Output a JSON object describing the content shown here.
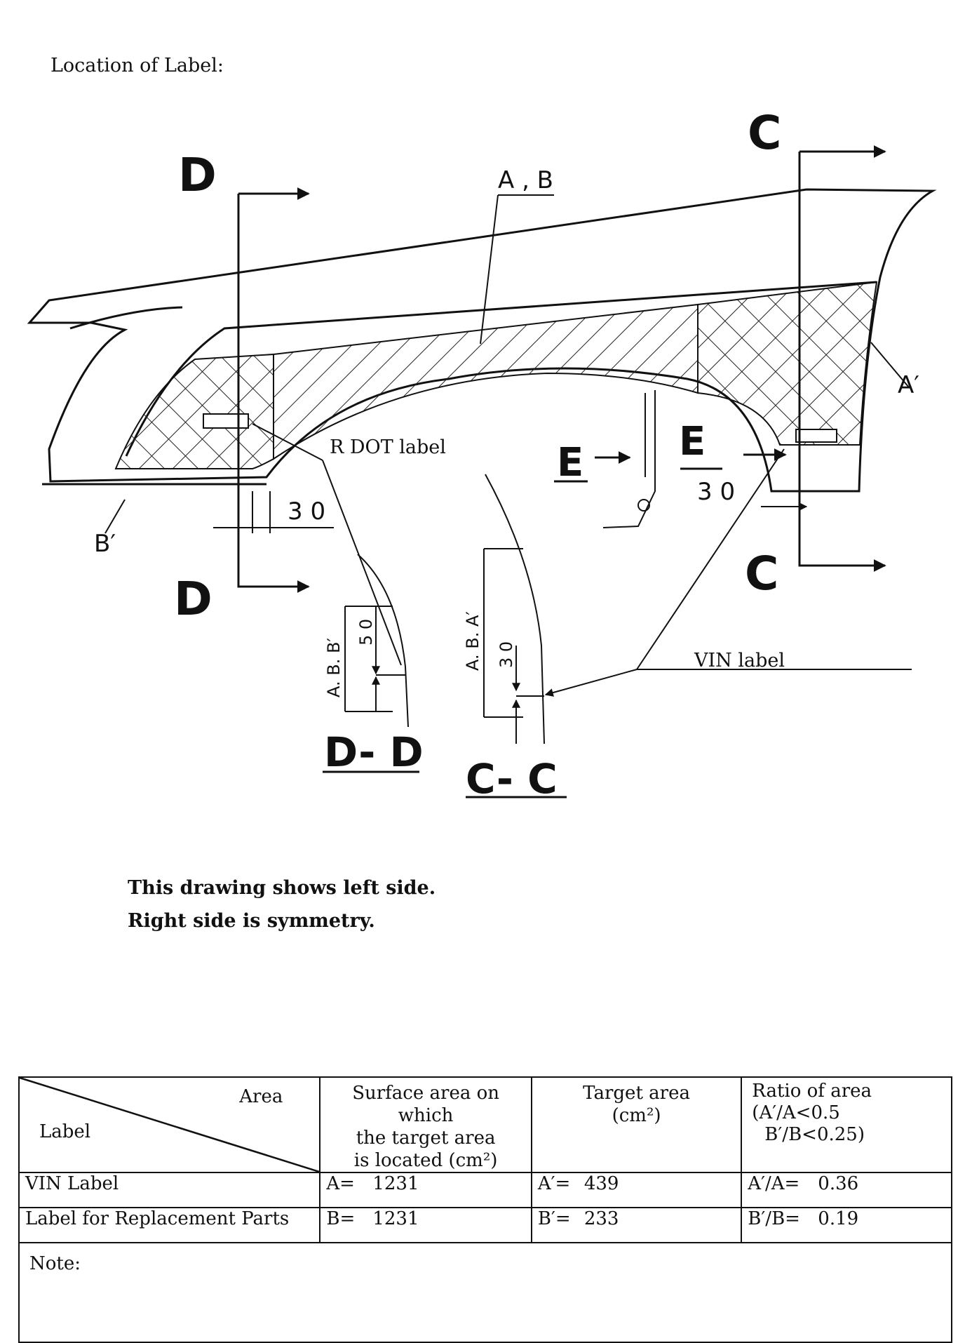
{
  "heading": "Location of Label:",
  "drawing": {
    "section_letters": {
      "d_top": "D",
      "d_bottom": "D",
      "c_top": "C",
      "c_bottom": "C",
      "e_left": "E",
      "e_right": "E"
    },
    "callouts": {
      "a_b": "A , B",
      "a_prime": "A′",
      "b_prime": "B′",
      "r_dot_label": "R DOT label",
      "vin_label": "VIN label"
    },
    "dimensions": {
      "dim_left_30": "3 0",
      "dim_right_30": "3 0",
      "dd_50": "5 0",
      "cc_30": "3 0",
      "dd_vertical": "A. B. B′",
      "cc_vertical": "A. B. A′"
    },
    "section_titles": {
      "dd": "D- D",
      "cc": "C- C"
    },
    "colors": {
      "line": "#111111",
      "hatch": "#222222",
      "background": "#ffffff"
    }
  },
  "notes": [
    "This drawing shows left side.",
    "Right side is symmetry."
  ],
  "table": {
    "header": {
      "area": "Area",
      "label": "Label",
      "surface": [
        "Surface area on which",
        "the target area",
        "is located (cm²)"
      ],
      "target": [
        "Target area",
        "(cm²)"
      ],
      "ratio": [
        "Ratio of area",
        "(A′/A<0.5",
        "B′/B<0.25)"
      ]
    },
    "rows": [
      {
        "label": "VIN Label",
        "surface_key": "A=",
        "surface_value": "1231",
        "target_key": "A′=",
        "target_value": "439",
        "ratio_key": "A′/A=",
        "ratio_value": "0.36"
      },
      {
        "label": "Label for Replacement Parts",
        "surface_key": "B=",
        "surface_value": "1231",
        "target_key": "B′=",
        "target_value": "233",
        "ratio_key": "B′/B=",
        "ratio_value": "0.19"
      }
    ],
    "note": "Note:"
  }
}
